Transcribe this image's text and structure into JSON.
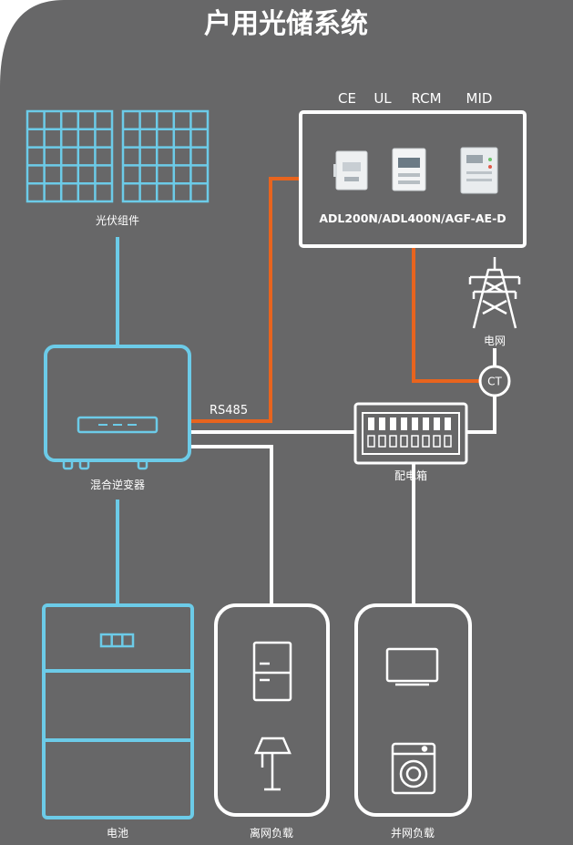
{
  "title": "户用光储系统",
  "certifications": [
    "CE",
    "UL",
    "RCM",
    "MID"
  ],
  "meter_model": "ADL200N/ADL400N/AGF-AE-D",
  "labels": {
    "pv": "光伏组件",
    "grid": "电网",
    "ct": "CT",
    "rs485": "RS485",
    "inverter": "混合逆变器",
    "distribution_box": "配电箱",
    "battery": "电池",
    "off_grid_load": "离网负载",
    "on_grid_load": "并网负载"
  },
  "colors": {
    "background": "#676768",
    "line": "#ffffff",
    "device": "#6ccbe8",
    "comm": "#e8641e"
  }
}
